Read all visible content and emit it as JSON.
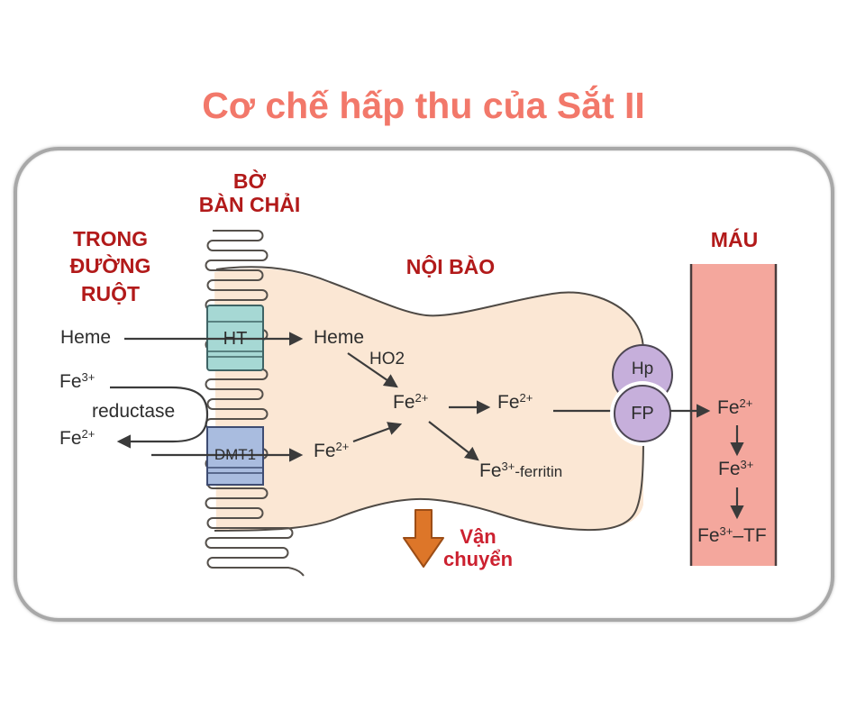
{
  "title": "Cơ chế hấp thu của Sắt II",
  "regions": {
    "brush_border": {
      "line1": "BỜ",
      "line2": "BÀN CHẢI"
    },
    "lumen": {
      "line1": "TRONG",
      "line2": "ĐƯỜNG",
      "line3": "RUỘT"
    },
    "intracellular": "NỘI BÀO",
    "blood": "MÁU"
  },
  "transporters": {
    "ht": "HT",
    "dmt1": "DMT1",
    "hp": "Hp",
    "fp": "FP"
  },
  "lumen_labels": {
    "heme": "Heme",
    "fe3": {
      "base": "Fe",
      "sup": "3+"
    },
    "reductase": "reductase",
    "fe2": {
      "base": "Fe",
      "sup": "2+"
    }
  },
  "cell_labels": {
    "heme": "Heme",
    "enzyme": "HO2",
    "fe2_central": {
      "base": "Fe",
      "sup": "2+"
    },
    "fe2_right": {
      "base": "Fe",
      "sup": "2+"
    },
    "fe2_lower": {
      "base": "Fe",
      "sup": "2+"
    },
    "ferritin": {
      "base": "Fe",
      "sup": "3+",
      "rest": "-ferritin"
    }
  },
  "blood_labels": {
    "fe2": {
      "base": "Fe",
      "sup": "2+"
    },
    "fe3": {
      "base": "Fe",
      "sup": "3+"
    },
    "fe3_tf": {
      "base": "Fe",
      "sup": "3+",
      "rest": "–TF"
    }
  },
  "transport": {
    "line1": "Vận",
    "line2": "chuyển"
  },
  "colors": {
    "title_color": "#f2786a",
    "region_label_color": "#b21a1a",
    "transport_label_color": "#cc2130",
    "card_border_color": "#a8a8a8",
    "cell_fill": "#fbe7d4",
    "blood_fill": "#f4a79d",
    "ht_fill": "#a6d8d4",
    "dmt1_fill": "#a9bcdf",
    "hp_fp_fill": "#c6afdb",
    "transport_arrow_fill": "#dd7629",
    "line_color": "#3b3b3b"
  }
}
